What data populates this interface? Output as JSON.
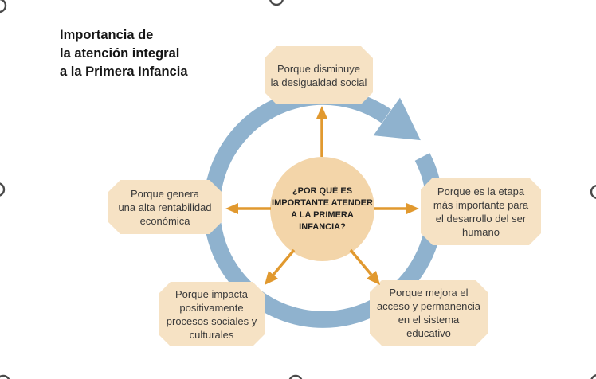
{
  "title": {
    "text": "Importancia de\nla atención integral\na la Primera Infancia"
  },
  "diagram": {
    "center": {
      "text": "¿POR QUÉ ES\nIMPORTANTE ATENDER\nA LA PRIMERA\nINFANCIA?"
    },
    "nodes": [
      {
        "id": "top",
        "text": "Porque disminuye\nla desigualdad social"
      },
      {
        "id": "right",
        "text": "Porque es la etapa\nmás importante para\nel desarrollo del ser\nhumano"
      },
      {
        "id": "bottom-right",
        "text": "Porque mejora el\nacceso y permanencia\nen el sistema\neducativo"
      },
      {
        "id": "bottom-left",
        "text": "Porque impacta\npositivamente\nprocesos sociales y\nculturales"
      },
      {
        "id": "left",
        "text": "Porque genera\nuna alta rentabilidad\neconómica"
      }
    ],
    "colors": {
      "node_fill": "#f6e2c4",
      "center_fill": "#f3d5a9",
      "cycle_arrow": "#8fb2ce",
      "radial_arrow": "#e1992f",
      "edge_mark": "#4a4a4a",
      "text": "#3a3a3a"
    }
  }
}
